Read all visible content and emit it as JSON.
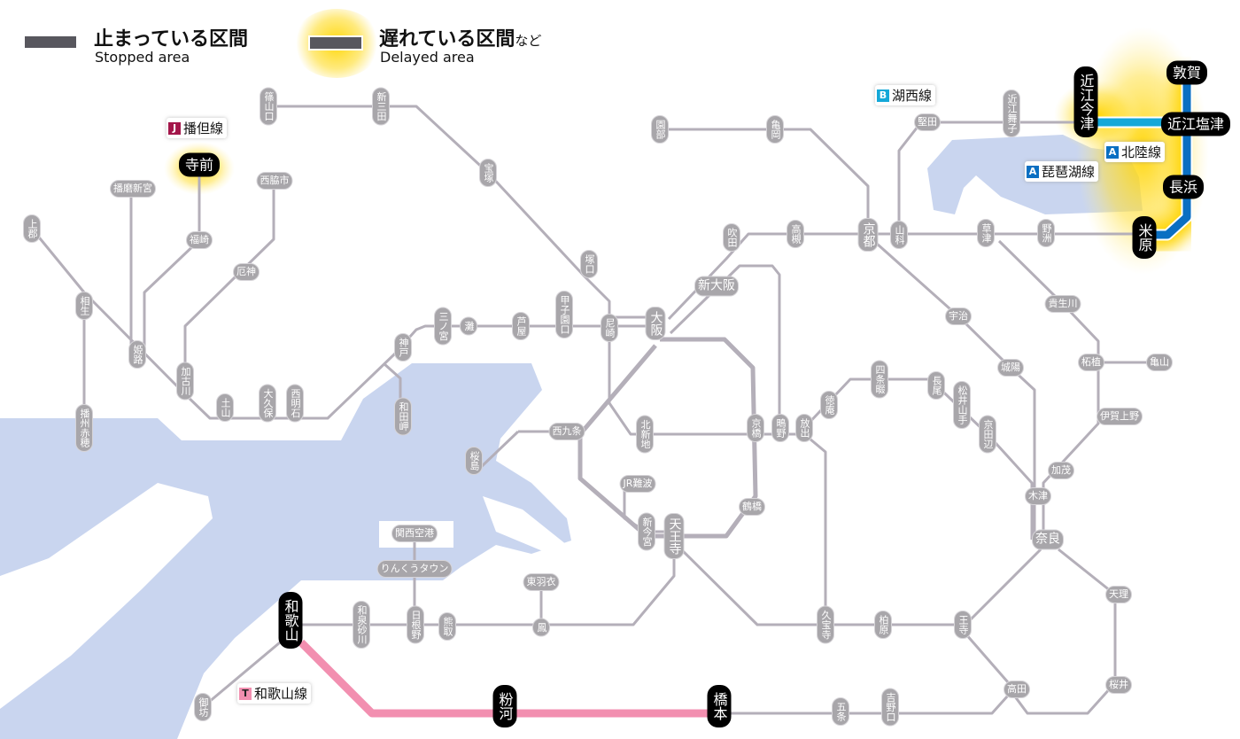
{
  "legend": {
    "stopped": {
      "ja": "止まっている区間",
      "en": "Stopped area",
      "color": "#58575e"
    },
    "delayed": {
      "ja": "遅れている区間",
      "ja_suffix": "など",
      "en": "Delayed area",
      "glow_color": "#ffd600"
    }
  },
  "colors": {
    "line": "#b4afb9",
    "station": "#a8a6aa",
    "affected_station": "#000000",
    "water": "#c9d5ef",
    "hokuriku": "#0a6fc2",
    "kosei": "#14a8d8",
    "wakayama": "#f28fb0"
  },
  "line_labels": [
    {
      "code": "J",
      "name": "播但線",
      "color": "#a3164a"
    },
    {
      "code": "B",
      "name": "湖西線",
      "color": "#14a8d8"
    },
    {
      "code": "A",
      "name": "北陸線",
      "color": "#0a6fc2"
    },
    {
      "code": "A",
      "name": "琵琶湖線",
      "color": "#0a6fc2"
    },
    {
      "code": "T",
      "name": "和歌山線",
      "color": "#f28fb0"
    }
  ],
  "stations": [
    {
      "name": "篠山口",
      "status": "normal"
    },
    {
      "name": "新三田",
      "status": "normal"
    },
    {
      "name": "宝塚",
      "status": "normal"
    },
    {
      "name": "播磨新宮",
      "status": "normal"
    },
    {
      "name": "西脇市",
      "status": "normal"
    },
    {
      "name": "寺前",
      "status": "delayed"
    },
    {
      "name": "上郡",
      "status": "normal"
    },
    {
      "name": "福崎",
      "status": "normal"
    },
    {
      "name": "厄神",
      "status": "normal"
    },
    {
      "name": "相生",
      "status": "normal"
    },
    {
      "name": "姫路",
      "status": "normal"
    },
    {
      "name": "加古川",
      "status": "normal"
    },
    {
      "name": "土山",
      "status": "normal"
    },
    {
      "name": "大久保",
      "status": "normal"
    },
    {
      "name": "西明石",
      "status": "normal"
    },
    {
      "name": "神戸",
      "status": "normal"
    },
    {
      "name": "和田岬",
      "status": "normal"
    },
    {
      "name": "三ノ宮",
      "status": "normal"
    },
    {
      "name": "灘",
      "status": "normal"
    },
    {
      "name": "芦屋",
      "status": "normal"
    },
    {
      "name": "甲子園口",
      "status": "normal"
    },
    {
      "name": "塚口",
      "status": "normal"
    },
    {
      "name": "尼崎",
      "status": "normal"
    },
    {
      "name": "大阪",
      "status": "normal"
    },
    {
      "name": "新大阪",
      "status": "normal"
    },
    {
      "name": "吹田",
      "status": "normal"
    },
    {
      "name": "高槻",
      "status": "normal"
    },
    {
      "name": "園部",
      "status": "normal"
    },
    {
      "name": "亀岡",
      "status": "normal"
    },
    {
      "name": "京都",
      "status": "normal"
    },
    {
      "name": "山科",
      "status": "normal"
    },
    {
      "name": "堅田",
      "status": "normal"
    },
    {
      "name": "近江舞子",
      "status": "normal"
    },
    {
      "name": "近江今津",
      "status": "delayed"
    },
    {
      "name": "敦賀",
      "status": "delayed"
    },
    {
      "name": "近江塩津",
      "status": "delayed"
    },
    {
      "name": "長浜",
      "status": "delayed"
    },
    {
      "name": "米原",
      "status": "delayed"
    },
    {
      "name": "草津",
      "status": "normal"
    },
    {
      "name": "野洲",
      "status": "normal"
    },
    {
      "name": "宇治",
      "status": "normal"
    },
    {
      "name": "貴生川",
      "status": "normal"
    },
    {
      "name": "城陽",
      "status": "normal"
    },
    {
      "name": "柘植",
      "status": "normal"
    },
    {
      "name": "亀山",
      "status": "normal"
    },
    {
      "name": "伊賀上野",
      "status": "normal"
    },
    {
      "name": "四条畷",
      "status": "normal"
    },
    {
      "name": "徳庵",
      "status": "normal"
    },
    {
      "name": "長尾",
      "status": "normal"
    },
    {
      "name": "松井山手",
      "status": "normal"
    },
    {
      "name": "京田辺",
      "status": "normal"
    },
    {
      "name": "加茂",
      "status": "normal"
    },
    {
      "name": "木津",
      "status": "normal"
    },
    {
      "name": "奈良",
      "status": "normal"
    },
    {
      "name": "天理",
      "status": "normal"
    },
    {
      "name": "桜井",
      "status": "normal"
    },
    {
      "name": "王寺",
      "status": "normal"
    },
    {
      "name": "高田",
      "status": "normal"
    },
    {
      "name": "柏原",
      "status": "normal"
    },
    {
      "name": "久宝寺",
      "status": "normal"
    },
    {
      "name": "吉野口",
      "status": "normal"
    },
    {
      "name": "五条",
      "status": "normal"
    },
    {
      "name": "橋本",
      "status": "stopped"
    },
    {
      "name": "粉河",
      "status": "stopped"
    },
    {
      "name": "和歌山",
      "status": "stopped"
    },
    {
      "name": "御坊",
      "status": "normal"
    },
    {
      "name": "和泉砂川",
      "status": "normal"
    },
    {
      "name": "日根野",
      "status": "normal"
    },
    {
      "name": "熊取",
      "status": "normal"
    },
    {
      "name": "鳳",
      "status": "normal"
    },
    {
      "name": "東羽衣",
      "status": "normal"
    },
    {
      "name": "りんくうタウン",
      "status": "normal"
    },
    {
      "name": "関西空港",
      "status": "normal"
    },
    {
      "name": "天王寺",
      "status": "normal"
    },
    {
      "name": "新今宮",
      "status": "normal"
    },
    {
      "name": "JR難波",
      "status": "normal"
    },
    {
      "name": "鶴橋",
      "status": "normal"
    },
    {
      "name": "京橋",
      "status": "normal"
    },
    {
      "name": "鴫野",
      "status": "normal"
    },
    {
      "name": "放出",
      "status": "normal"
    },
    {
      "name": "北新地",
      "status": "normal"
    },
    {
      "name": "西九条",
      "status": "normal"
    },
    {
      "name": "桜島",
      "status": "normal"
    },
    {
      "name": "播州赤穂",
      "status": "normal"
    }
  ]
}
